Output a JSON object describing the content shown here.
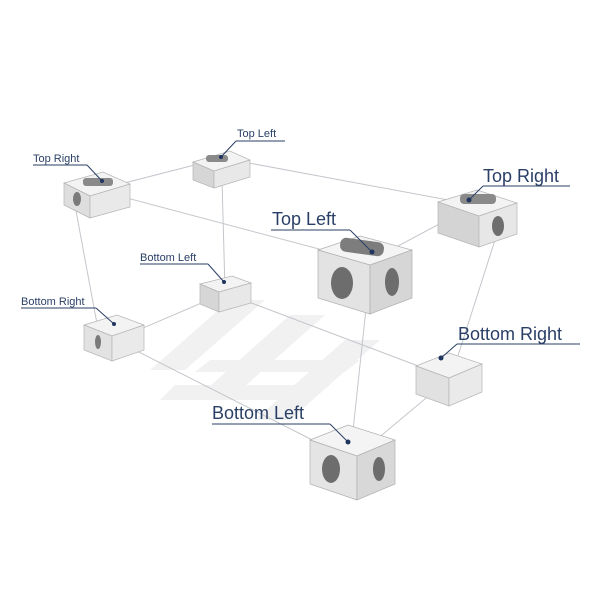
{
  "labels": {
    "small_top_left": "Top Left",
    "small_top_right": "Top Right",
    "small_bottom_left": "Bottom Left",
    "small_bottom_right": "Bottom Right",
    "large_top_left": "Top Left",
    "large_top_right": "Top Right",
    "large_bottom_left": "Bottom Left",
    "large_bottom_right": "Bottom Right"
  },
  "colors": {
    "label_text": "#2a3f66",
    "leader_line": "#2a3f66",
    "frame_line": "#c3c7cc",
    "casting_face": "#e7e7e7",
    "casting_side": "#d2d2d2",
    "casting_top": "#f2f2f2",
    "floor_stripes": "#f0f0f0"
  }
}
